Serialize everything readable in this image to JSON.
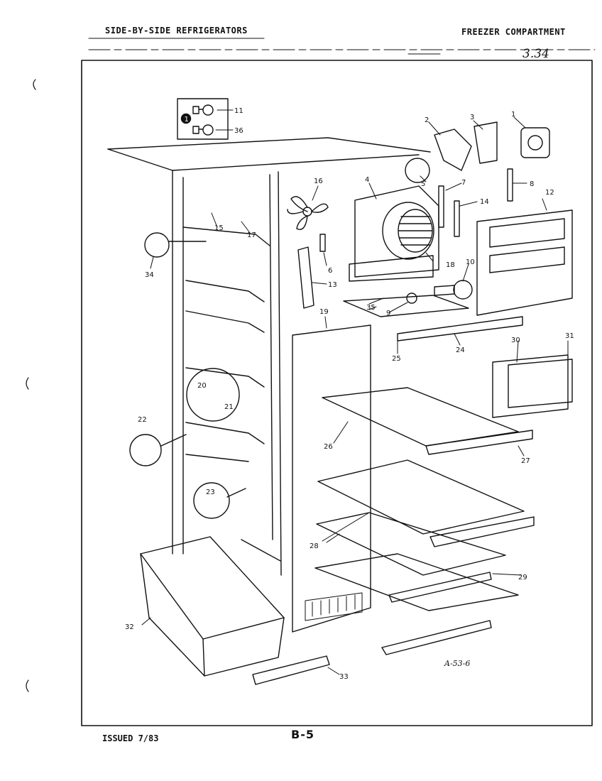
{
  "header": {
    "left_title": "SIDE-BY-SIDE REFRIGERATORS",
    "right_title": "FREEZER COMPARTMENT",
    "page_ref": "3.34"
  },
  "footer": {
    "issued": "ISSUED 7/83",
    "page": "B-5"
  },
  "diagram": {
    "figure_code": "A-53-6",
    "inset_bullet": "1",
    "callouts": {
      "c1": "1",
      "c2": "2",
      "c3": "3",
      "c4": "4",
      "c5": "5",
      "c6": "6",
      "c7": "7",
      "c8": "8",
      "c9": "9",
      "c10": "10",
      "c11": "11",
      "c12": "12",
      "c13": "13",
      "c14": "14",
      "c15": "15",
      "c16": "16",
      "c17": "17",
      "c18": "18",
      "c19": "19",
      "c20": "20",
      "c21": "21",
      "c22": "22",
      "c23": "23",
      "c24": "24",
      "c25": "25",
      "c26": "26",
      "c27": "27",
      "c28": "28",
      "c29": "29",
      "c30": "30",
      "c31": "31",
      "c32": "32",
      "c33": "33",
      "c34": "34",
      "c35": "35",
      "c36": "36"
    }
  }
}
